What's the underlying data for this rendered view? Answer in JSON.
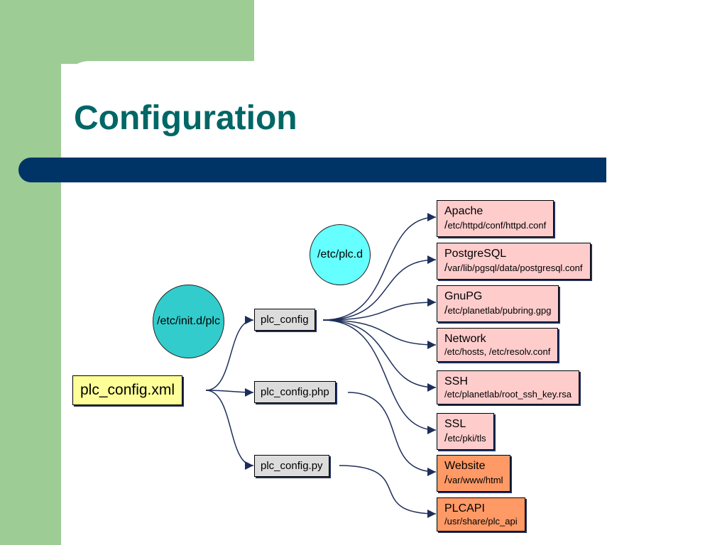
{
  "slide": {
    "title": "Configuration",
    "colors": {
      "title": "#006666",
      "bar": "#003366",
      "green": "#9dcc95",
      "circle_dark": "#33cccc",
      "circle_light": "#66ffff",
      "xml_box": "#ffff99",
      "proc_box": "#dcdcdc",
      "target_pink": "#ffcccc",
      "target_orange": "#ff9966",
      "connector": "#1e2e5a"
    }
  },
  "diagram": {
    "source": "plc_config.xml",
    "init_script": "/etc/init.d/plc",
    "config_dir": "/etc/plc.d",
    "processors": [
      {
        "label": "plc_config"
      },
      {
        "label": "plc_config.php"
      },
      {
        "label": "plc_config.py"
      }
    ],
    "targets": [
      {
        "name": "Apache",
        "slash": "/",
        "path": "etc/httpd/conf/httpd.conf"
      },
      {
        "name": "PostgreSQL",
        "slash": "/",
        "path": "var/lib/pgsql/data/postgresql.conf"
      },
      {
        "name": "GnuPG",
        "slash": "/",
        "path": "etc/planetlab/pubring.gpg"
      },
      {
        "name": "Network",
        "slash": "",
        "path": "/etc/hosts, /etc/resolv.conf"
      },
      {
        "name": "SSH",
        "slash": "",
        "path": "/etc/planetlab/root_ssh_key.rsa"
      },
      {
        "name": "SSL",
        "slash": "/",
        "path": "etc/pki/tls"
      },
      {
        "name": "Website",
        "slash": "/",
        "path": "var/www/html"
      },
      {
        "name": "PLCAPI",
        "slash": "",
        "path": "/usr/share/plc_api"
      }
    ]
  }
}
